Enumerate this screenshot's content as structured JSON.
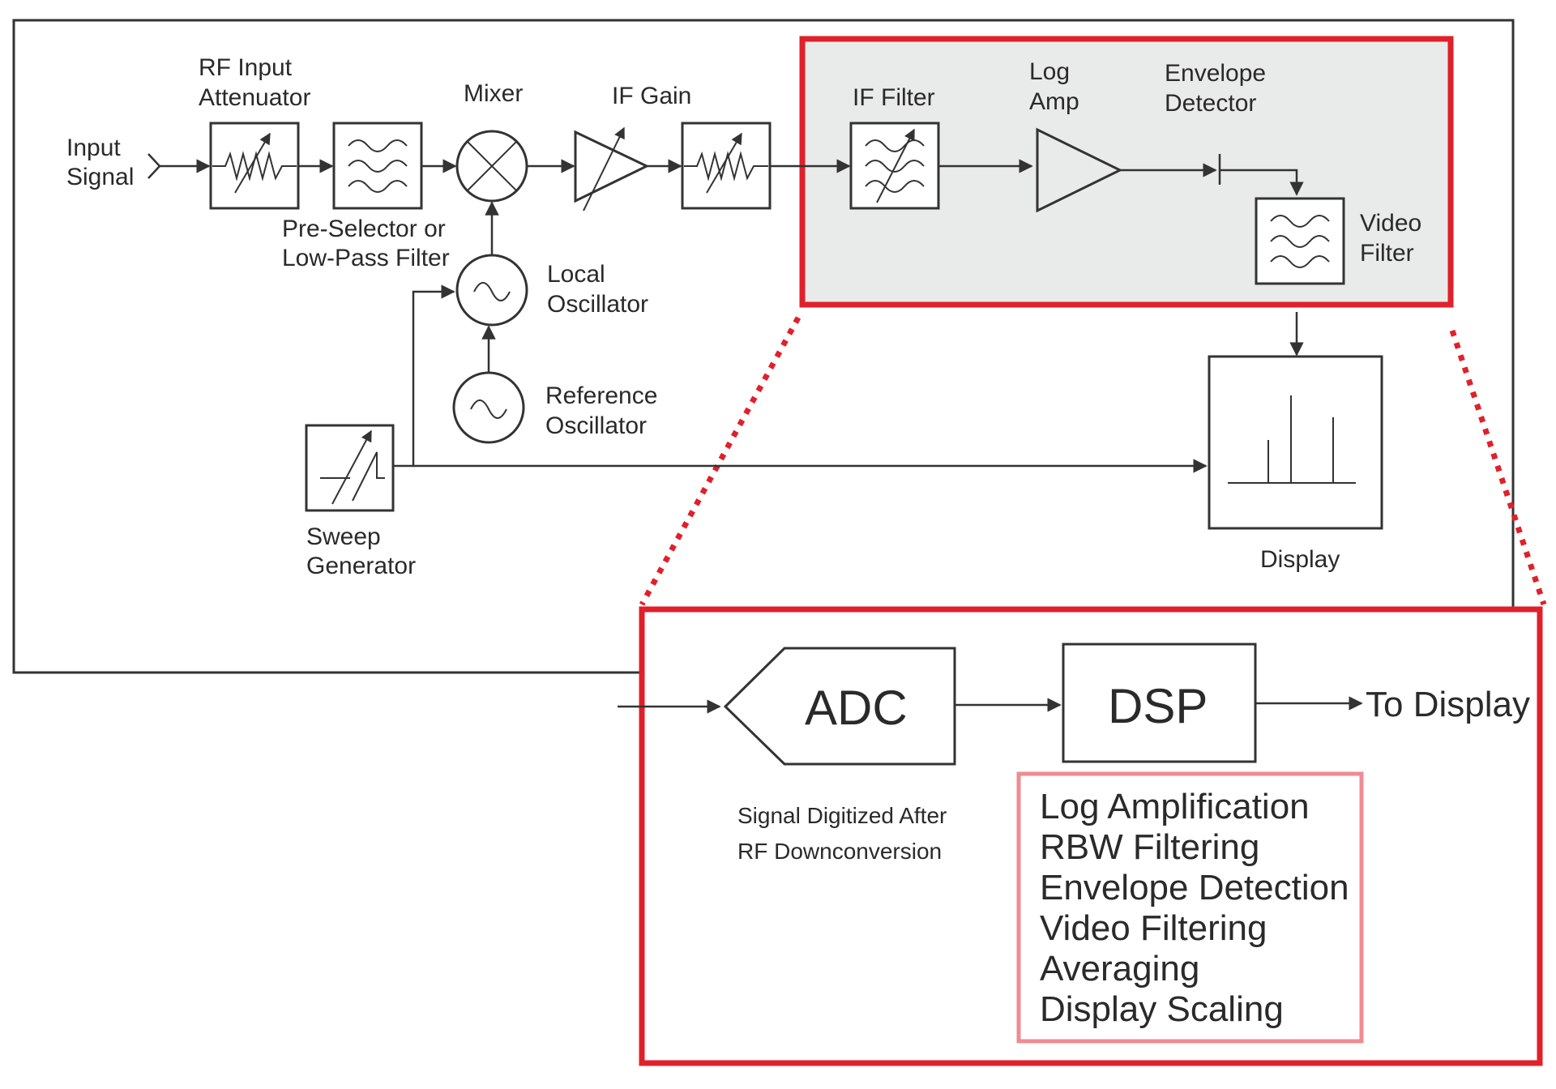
{
  "colors": {
    "accent_red": "#e0202a",
    "light_red": "#ee8c92",
    "shaded_bg": "#e9eaea",
    "line": "#333333"
  },
  "labels": {
    "input_signal": [
      "Input",
      "Signal"
    ],
    "rf_input_attenuator": [
      "RF Input",
      "Attenuator"
    ],
    "mixer": "Mixer",
    "if_gain": "IF Gain",
    "pre_selector": [
      "Pre-Selector or",
      "Low-Pass Filter"
    ],
    "local_oscillator": [
      "Local",
      "Oscillator"
    ],
    "reference_oscillator": [
      "Reference",
      "Oscillator"
    ],
    "sweep_generator": [
      "Sweep",
      "Generator"
    ],
    "if_filter": "IF Filter",
    "log_amp": [
      "Log",
      "Amp"
    ],
    "envelope_detector": [
      "Envelope",
      "Detector"
    ],
    "video_filter": [
      "Video",
      "Filter"
    ],
    "display": "Display"
  },
  "digital": {
    "adc": "ADC",
    "dsp": "DSP",
    "to_display": "To Display",
    "digitized_note": [
      "Signal Digitized After",
      "RF Downconversion"
    ],
    "dsp_functions": [
      "Log Amplification",
      "RBW Filtering",
      "Envelope Detection",
      "Video Filtering",
      "Averaging",
      "Display Scaling"
    ]
  }
}
